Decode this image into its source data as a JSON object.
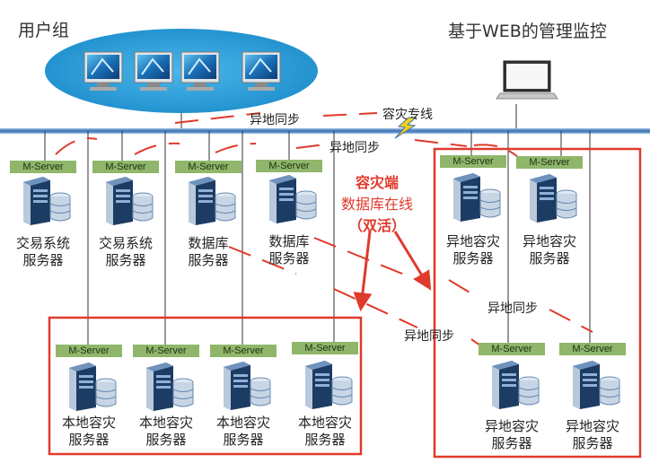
{
  "labels": {
    "user_group": "用户组",
    "web_monitor": "基于WEB的管理监控",
    "dr_line": "容灾专线",
    "sync": "异地同步"
  },
  "disaster_recovery": {
    "title": "容灾端",
    "subtitle": "数据库在线",
    "mode": "（双活）"
  },
  "mserver_label": "M-Server",
  "servers": {
    "trading_1": [
      "交易系统",
      "服务器"
    ],
    "trading_2": [
      "交易系统",
      "服务器"
    ],
    "database_1": [
      "数据库",
      "服务器"
    ],
    "database_2": [
      "数据库",
      "服务器"
    ],
    "remote_top_1": [
      "异地容灾",
      "服务器"
    ],
    "remote_top_2": [
      "异地容灾",
      "服务器"
    ],
    "local_1": [
      "本地容灾",
      "服务器"
    ],
    "local_2": [
      "本地容灾",
      "服务器"
    ],
    "local_3": [
      "本地容灾",
      "服务器"
    ],
    "local_4": [
      "本地容灾",
      "服务器"
    ],
    "remote_bottom_1": [
      "异地容灾",
      "服务器"
    ],
    "remote_bottom_2": [
      "异地容灾",
      "服务器"
    ]
  },
  "colors": {
    "red": "#e03a2c",
    "ellipse": "#1f9ad6",
    "backbone": "#3a6fb0",
    "mserver": "#8fb66a"
  }
}
